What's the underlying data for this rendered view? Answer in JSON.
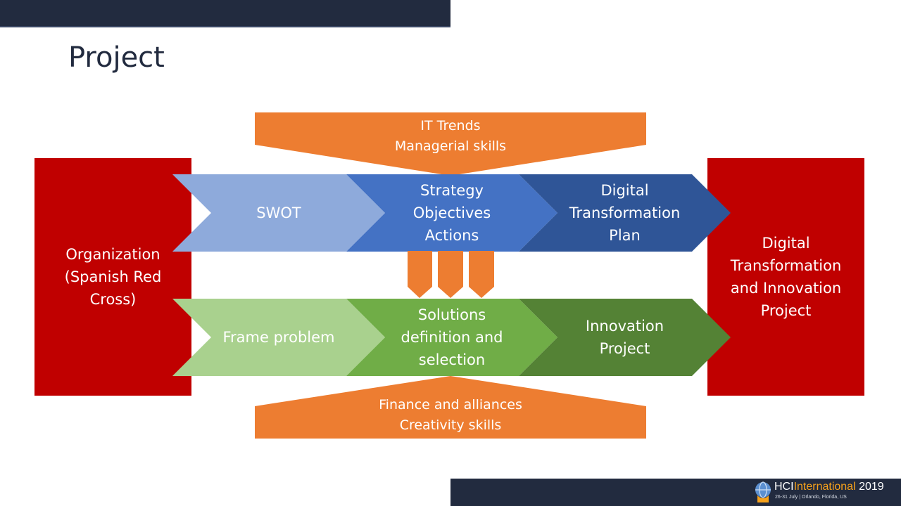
{
  "slide": {
    "title": "Project"
  },
  "diagram": {
    "left_box": "Organization\n(Spanish Red\nCross)",
    "right_box": "Digital\nTransformation\nand Innovation\nProject",
    "top_banner": "IT Trends\nManagerial skills",
    "bottom_banner": "Finance and alliances\nCreativity skills",
    "top_row": [
      {
        "label": "SWOT",
        "color": "#8eaadb"
      },
      {
        "label": "Strategy\nObjectives\nActions",
        "color": "#4472c4"
      },
      {
        "label": "Digital\nTransformation\nPlan",
        "color": "#2f5597"
      }
    ],
    "bottom_row": [
      {
        "label": "Frame problem",
        "color": "#a9d18e"
      },
      {
        "label": "Solutions\ndefinition and\nselection",
        "color": "#70ad47"
      },
      {
        "label": "Innovation\nProject",
        "color": "#548235"
      }
    ],
    "colors": {
      "box_red": "#c00000",
      "banner_orange": "#ed7d31",
      "dark_navy": "#222b3f"
    }
  },
  "footer": {
    "logo_hci": "HCI",
    "logo_international": "International",
    "logo_year": "2019",
    "logo_subtitle": "26-31 July | Orlando, Florida, US"
  }
}
